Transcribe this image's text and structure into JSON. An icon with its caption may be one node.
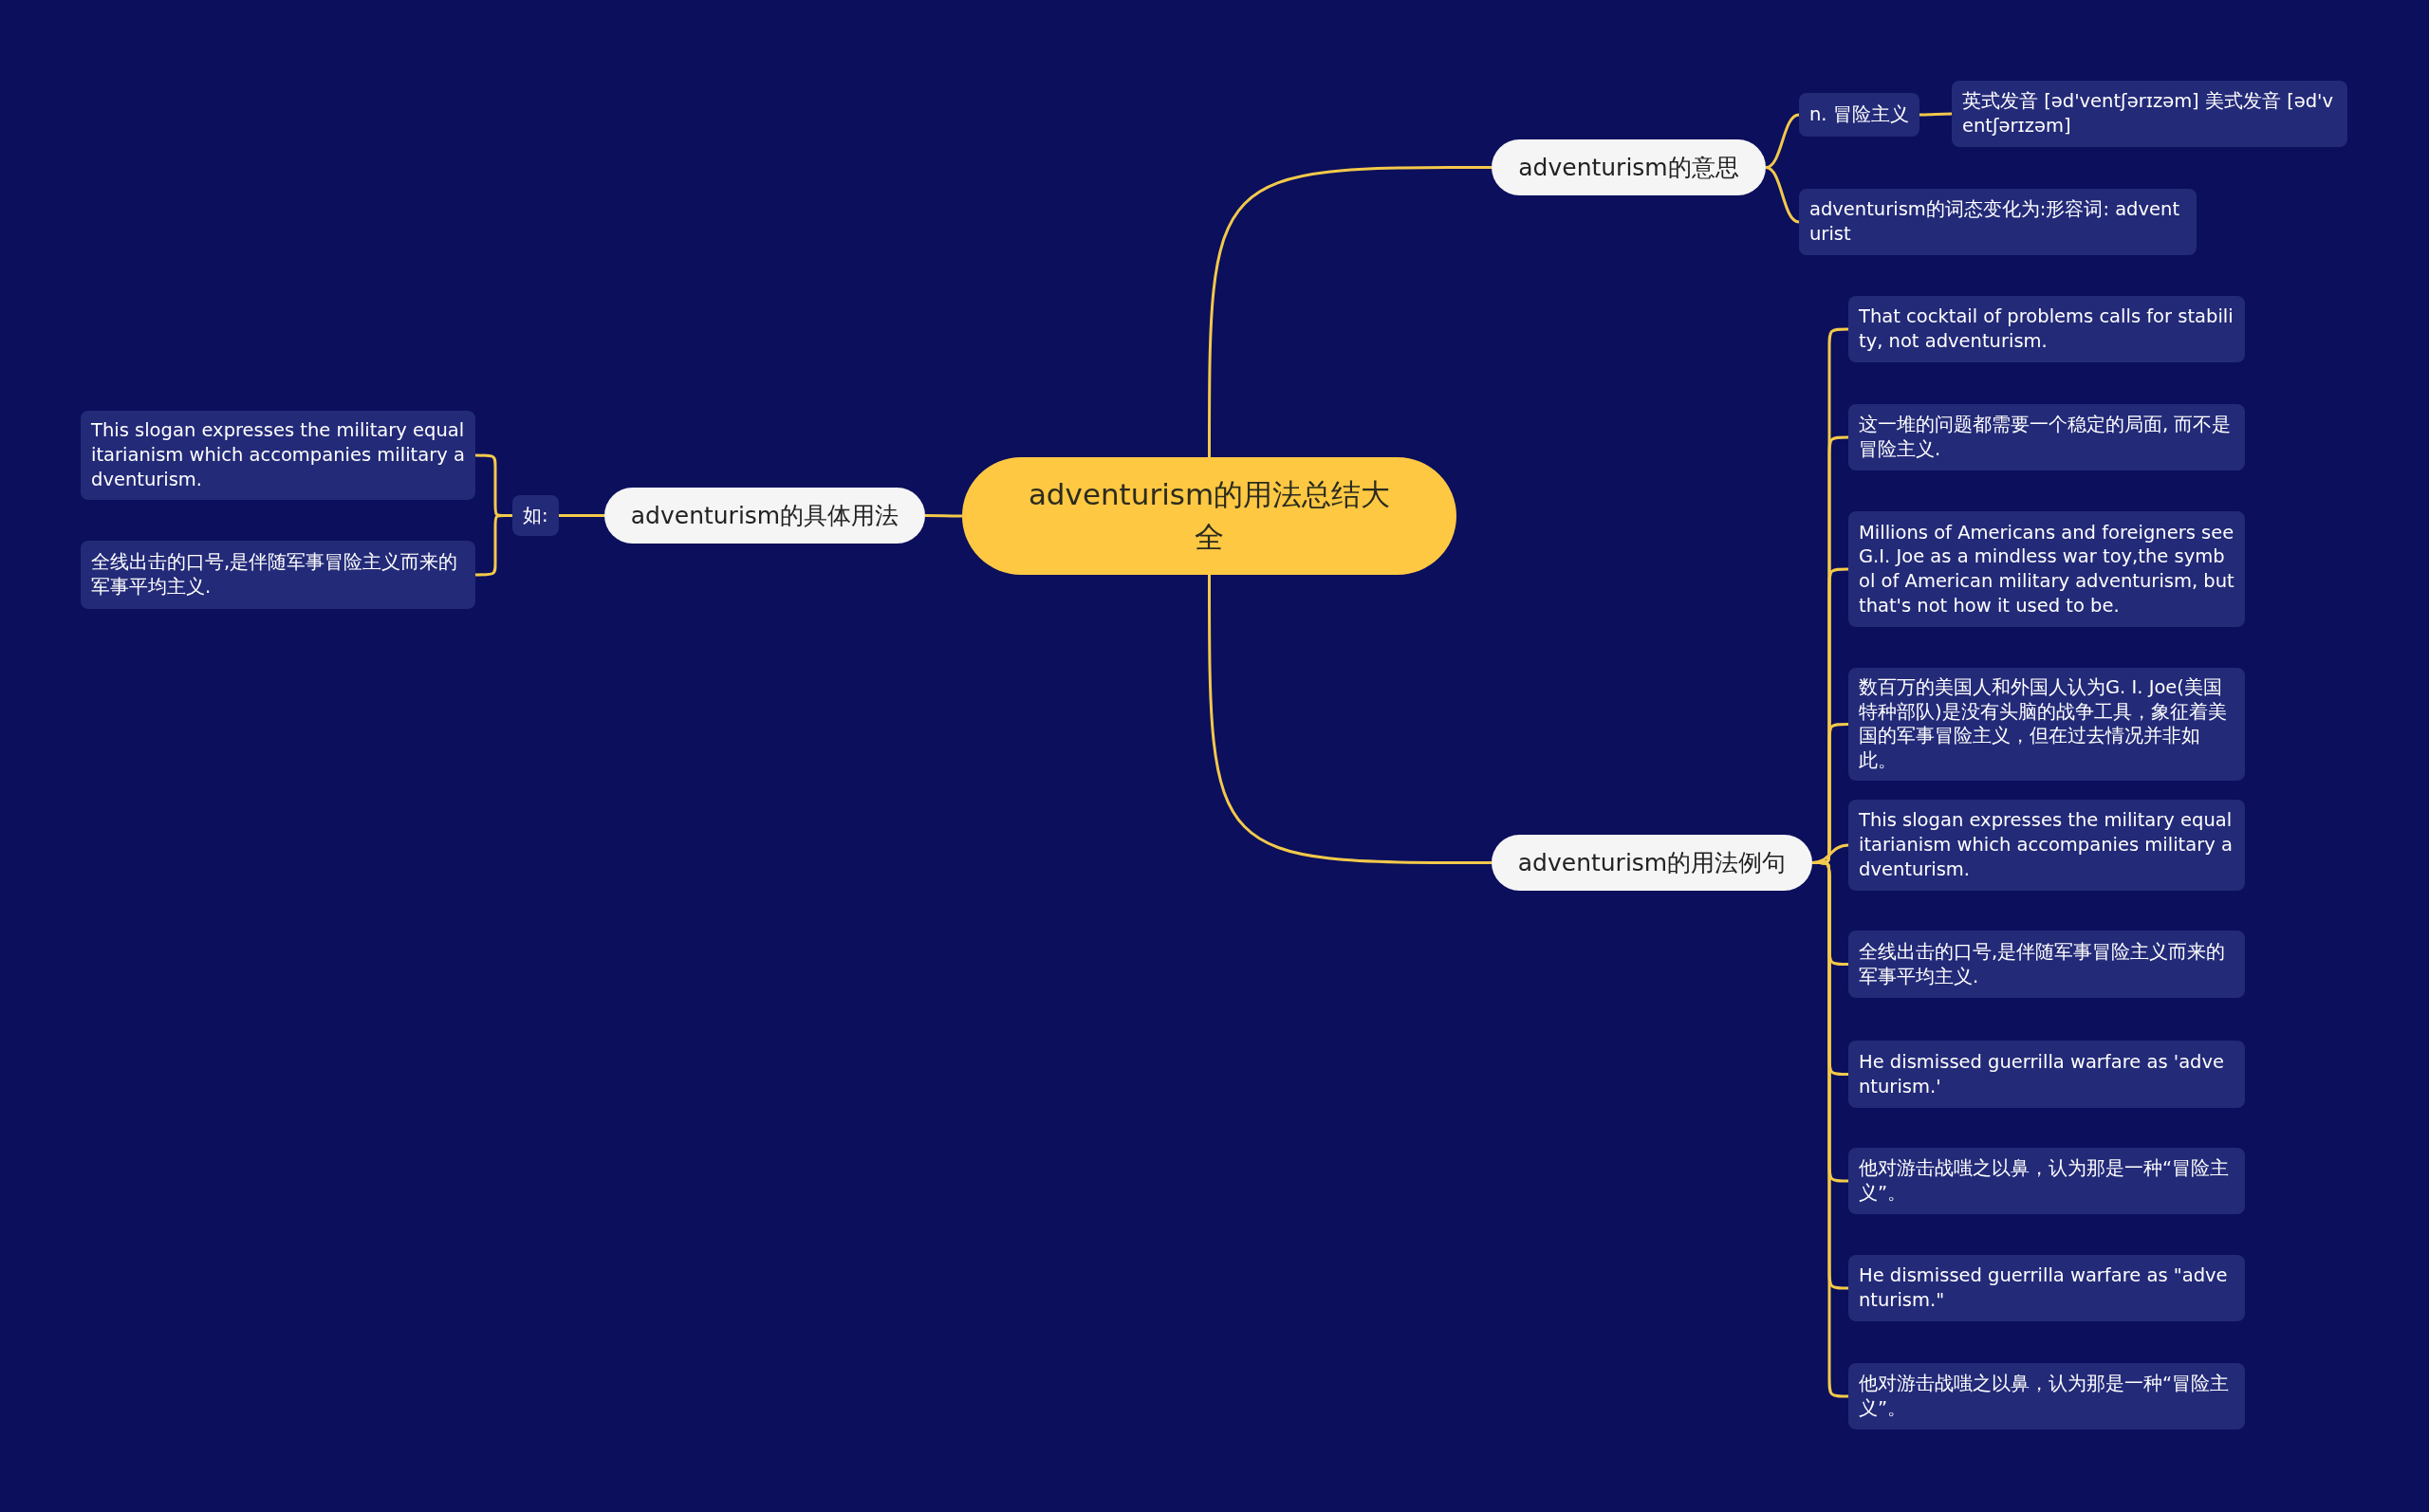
{
  "diagram": {
    "nodes": [
      {
        "text": [
          "adventurism的用法总结大全"
        ]
      },
      {
        "text": [
          "adventurism的意思"
        ]
      },
      {
        "text": [
          "n. 冒险主义"
        ]
      },
      {
        "text": [
          "英式发音 [əd'ventʃərɪzəm] 美式发音 [əd'ventʃərɪzəm]"
        ]
      },
      {
        "text": [
          "adventurism的词态变化为:形容词: adventurist"
        ]
      },
      {
        "text": [
          "adventurism的用法例句"
        ]
      },
      {
        "text": [
          "That cocktail of problems calls for stability, not adventurism."
        ]
      },
      {
        "text": [
          "这一堆的问题都需要一个稳定的局面, 而不是冒险主义."
        ]
      },
      {
        "text": [
          "Millions of Americans and foreigners see G.I. Joe as a mindless war toy,the symbol of American military adventurism, but that's not how it used to be."
        ]
      },
      {
        "text": [
          "数百万的美国人和外国人认为G. I. Joe(美国特种部队)是没有头脑的战争工具，象征着美国的军事冒险主义，但在过去情况并非如此。"
        ]
      },
      {
        "text": [
          "This slogan expresses the military equalitarianism which accompanies military adventurism."
        ]
      },
      {
        "text": [
          "全线出击的口号,是伴随军事冒险主义而来的军事平均主义."
        ]
      },
      {
        "text": [
          "He dismissed guerrilla warfare as 'adventurism.'"
        ]
      },
      {
        "text": [
          "他对游击战嗤之以鼻，认为那是一种“冒险主义”。"
        ]
      },
      {
        "text": [
          "He dismissed guerrilla warfare as \"adventurism.\""
        ]
      },
      {
        "text": [
          "他对游击战嗤之以鼻，认为那是一种“冒险主义”。"
        ]
      },
      {
        "text": [
          "adventurism的具体用法"
        ]
      },
      {
        "text": [
          "如:"
        ]
      },
      {
        "text": [
          "This slogan expresses the military equalitarianism which accompanies military adventurism."
        ]
      },
      {
        "text": [
          "全线出击的口号,是伴随军事冒险主义而来的军事平均主义."
        ]
      }
    ],
    "edges": [
      {
        "from": 0,
        "to": 1,
        "arrow": "none"
      },
      {
        "from": 1,
        "to": 2,
        "arrow": "none"
      },
      {
        "from": 2,
        "to": 3,
        "arrow": "none"
      },
      {
        "from": 1,
        "to": 4,
        "arrow": "none"
      },
      {
        "from": 0,
        "to": 5,
        "arrow": "none"
      },
      {
        "from": 5,
        "to": 6,
        "arrow": "none"
      },
      {
        "from": 5,
        "to": 7,
        "arrow": "none"
      },
      {
        "from": 5,
        "to": 8,
        "arrow": "none"
      },
      {
        "from": 5,
        "to": 9,
        "arrow": "none"
      },
      {
        "from": 5,
        "to": 10,
        "arrow": "none"
      },
      {
        "from": 5,
        "to": 11,
        "arrow": "none"
      },
      {
        "from": 5,
        "to": 12,
        "arrow": "none"
      },
      {
        "from": 5,
        "to": 13,
        "arrow": "none"
      },
      {
        "from": 5,
        "to": 14,
        "arrow": "none"
      },
      {
        "from": 5,
        "to": 15,
        "arrow": "none"
      },
      {
        "from": 0,
        "to": 16,
        "arrow": "none"
      },
      {
        "from": 16,
        "to": 17,
        "arrow": "none"
      },
      {
        "from": 17,
        "to": 18,
        "arrow": "none"
      },
      {
        "from": 17,
        "to": 19,
        "arrow": "none"
      }
    ]
  }
}
